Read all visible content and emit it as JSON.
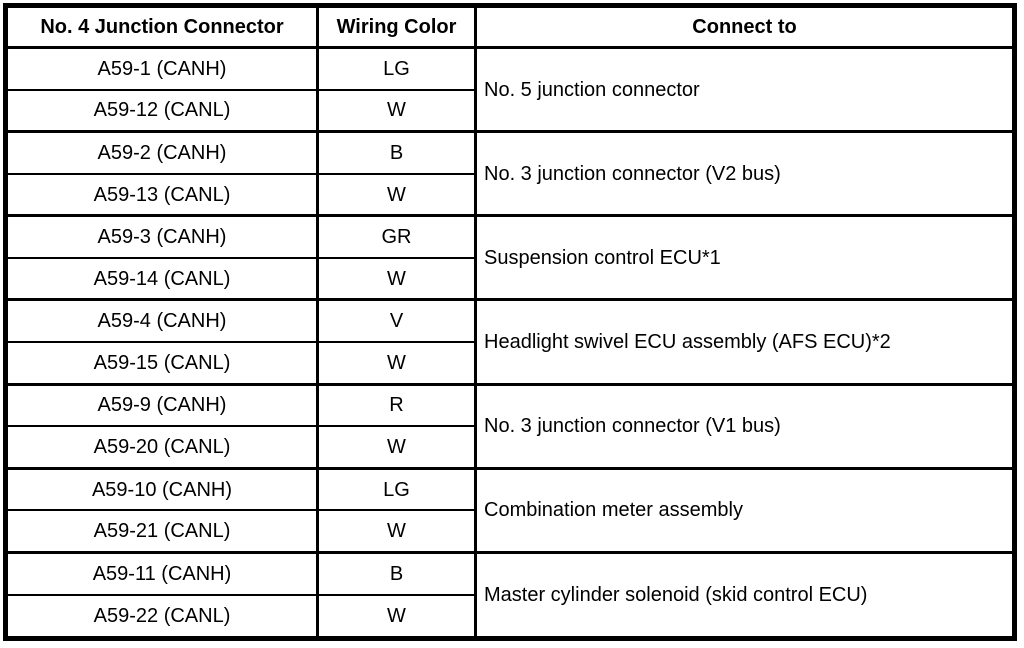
{
  "table": {
    "headers": [
      "No. 4 Junction Connector",
      "Wiring Color",
      "Connect to"
    ],
    "groups": [
      {
        "rows": [
          [
            "A59-1 (CANH)",
            "LG"
          ],
          [
            "A59-12 (CANL)",
            "W"
          ]
        ],
        "connect_to": "No. 5 junction connector"
      },
      {
        "rows": [
          [
            "A59-2 (CANH)",
            "B"
          ],
          [
            "A59-13 (CANL)",
            "W"
          ]
        ],
        "connect_to": "No. 3 junction connector (V2 bus)"
      },
      {
        "rows": [
          [
            "A59-3 (CANH)",
            "GR"
          ],
          [
            "A59-14 (CANL)",
            "W"
          ]
        ],
        "connect_to": "Suspension control ECU*1"
      },
      {
        "rows": [
          [
            "A59-4 (CANH)",
            "V"
          ],
          [
            "A59-15 (CANL)",
            "W"
          ]
        ],
        "connect_to": "Headlight swivel ECU assembly (AFS ECU)*2"
      },
      {
        "rows": [
          [
            "A59-9 (CANH)",
            "R"
          ],
          [
            "A59-20 (CANL)",
            "W"
          ]
        ],
        "connect_to": "No. 3 junction connector (V1 bus)"
      },
      {
        "rows": [
          [
            "A59-10 (CANH)",
            "LG"
          ],
          [
            "A59-21 (CANL)",
            "W"
          ]
        ],
        "connect_to": "Combination meter assembly"
      },
      {
        "rows": [
          [
            "A59-11 (CANH)",
            "B"
          ],
          [
            "A59-22 (CANL)",
            "W"
          ]
        ],
        "connect_to": "Master cylinder solenoid (skid control ECU)"
      }
    ]
  },
  "colors": {
    "border": "#000000",
    "background": "#ffffff",
    "text": "#000000"
  }
}
